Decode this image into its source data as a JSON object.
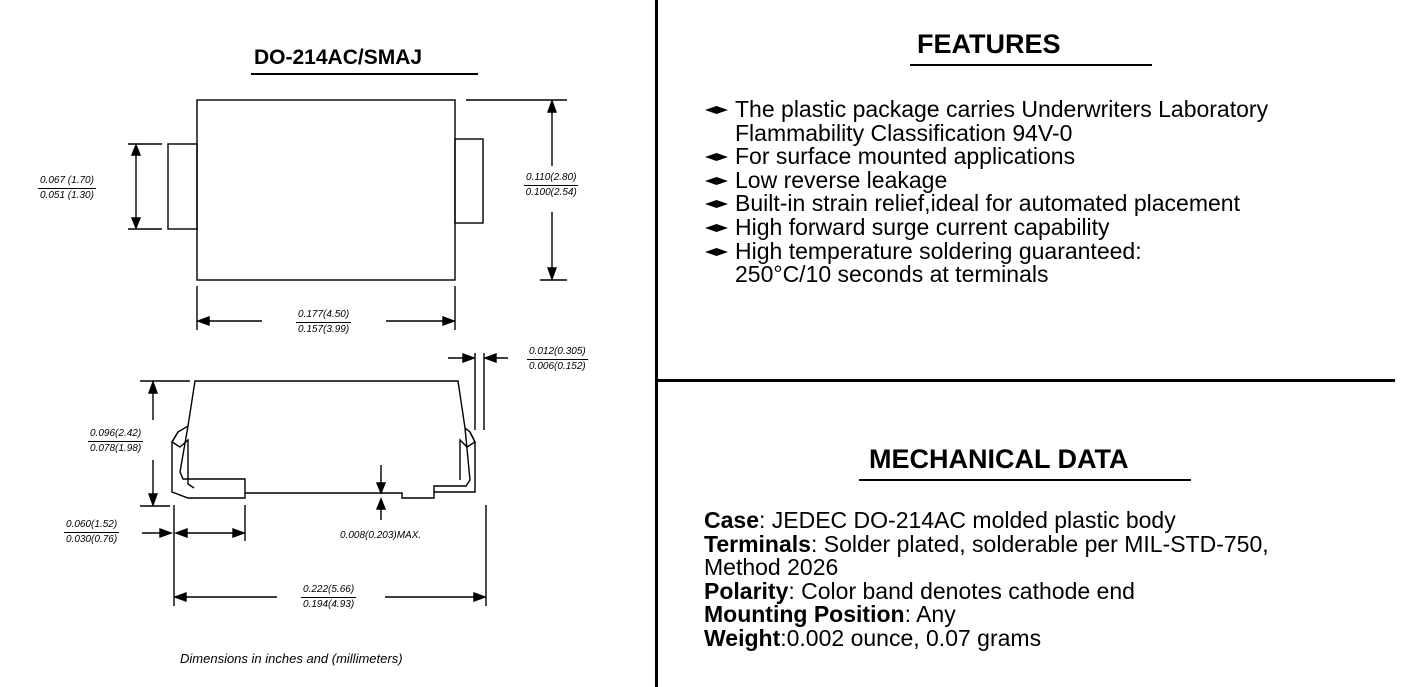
{
  "package": {
    "title": "DO-214AC/SMAJ",
    "note": "Dimensions in inches and (millimeters)",
    "dimensions": {
      "tab_height": {
        "max": "0.067 (1.70)",
        "min": "0.051 (1.30)"
      },
      "body_height": {
        "max": "0.110(2.80)",
        "min": "0.100(2.54)"
      },
      "body_width": {
        "max": "0.177(4.50)",
        "min": "0.157(3.99)"
      },
      "lead_thickness": {
        "max": "0.012(0.305)",
        "min": "0.006(0.152)"
      },
      "profile_height": {
        "max": "0.096(2.42)",
        "min": "0.078(1.98)"
      },
      "lead_length": {
        "max": "0.060(1.52)",
        "min": "0.030(0.76)"
      },
      "standoff": "0.008(0.203)MAX.",
      "overall_length": {
        "max": "0.222(5.66)",
        "min": "0.194(4.93)"
      }
    }
  },
  "features": {
    "title": "FEATURES",
    "items": [
      [
        "The plastic package carries Underwriters Laboratory",
        "Flammability Classification 94V-0"
      ],
      [
        "For surface mounted applications"
      ],
      [
        "Low reverse leakage"
      ],
      [
        "Built-in strain relief,ideal for automated placement"
      ],
      [
        "High forward surge current capability"
      ],
      [
        "High temperature soldering guaranteed:",
        "250°C/10 seconds at terminals"
      ]
    ]
  },
  "mechanical": {
    "title": "MECHANICAL DATA",
    "rows": [
      {
        "label": "Case",
        "sep": ": ",
        "value": "JEDEC DO-214AC molded plastic body"
      },
      {
        "label": "Terminals",
        "sep": ": ",
        "value": "Solder plated, solderable per MIL-STD-750,"
      },
      {
        "label": "",
        "sep": "",
        "value": "Method 2026"
      },
      {
        "label": "Polarity",
        "sep": ": ",
        "value": "Color band denotes cathode end"
      },
      {
        "label": "Mounting Position",
        "sep": ": ",
        "value": "Any"
      },
      {
        "label": "Weight",
        "sep": ":",
        "value": "0.002 ounce, 0.07 grams"
      }
    ]
  }
}
